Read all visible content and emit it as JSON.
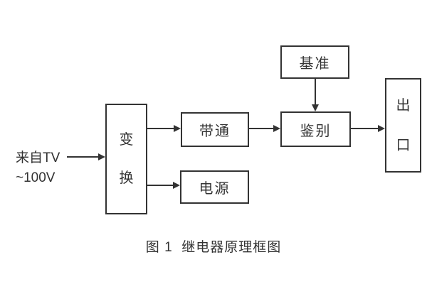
{
  "diagram": {
    "source_label": {
      "line1": "来自TV",
      "line2": "~100V"
    },
    "blocks": {
      "transform": {
        "label": "变换",
        "char1": "变",
        "char2": "换"
      },
      "bandpass": {
        "label": "带通"
      },
      "power": {
        "label": "电源"
      },
      "reference": {
        "label": "基准"
      },
      "discriminator": {
        "label": "鉴别"
      },
      "output": {
        "label": "出口",
        "char1": "出",
        "char2": "口"
      }
    },
    "caption": "图 1  继电器原理框图",
    "colors": {
      "line": "#333333",
      "text": "#333333",
      "background": "#ffffff"
    }
  }
}
